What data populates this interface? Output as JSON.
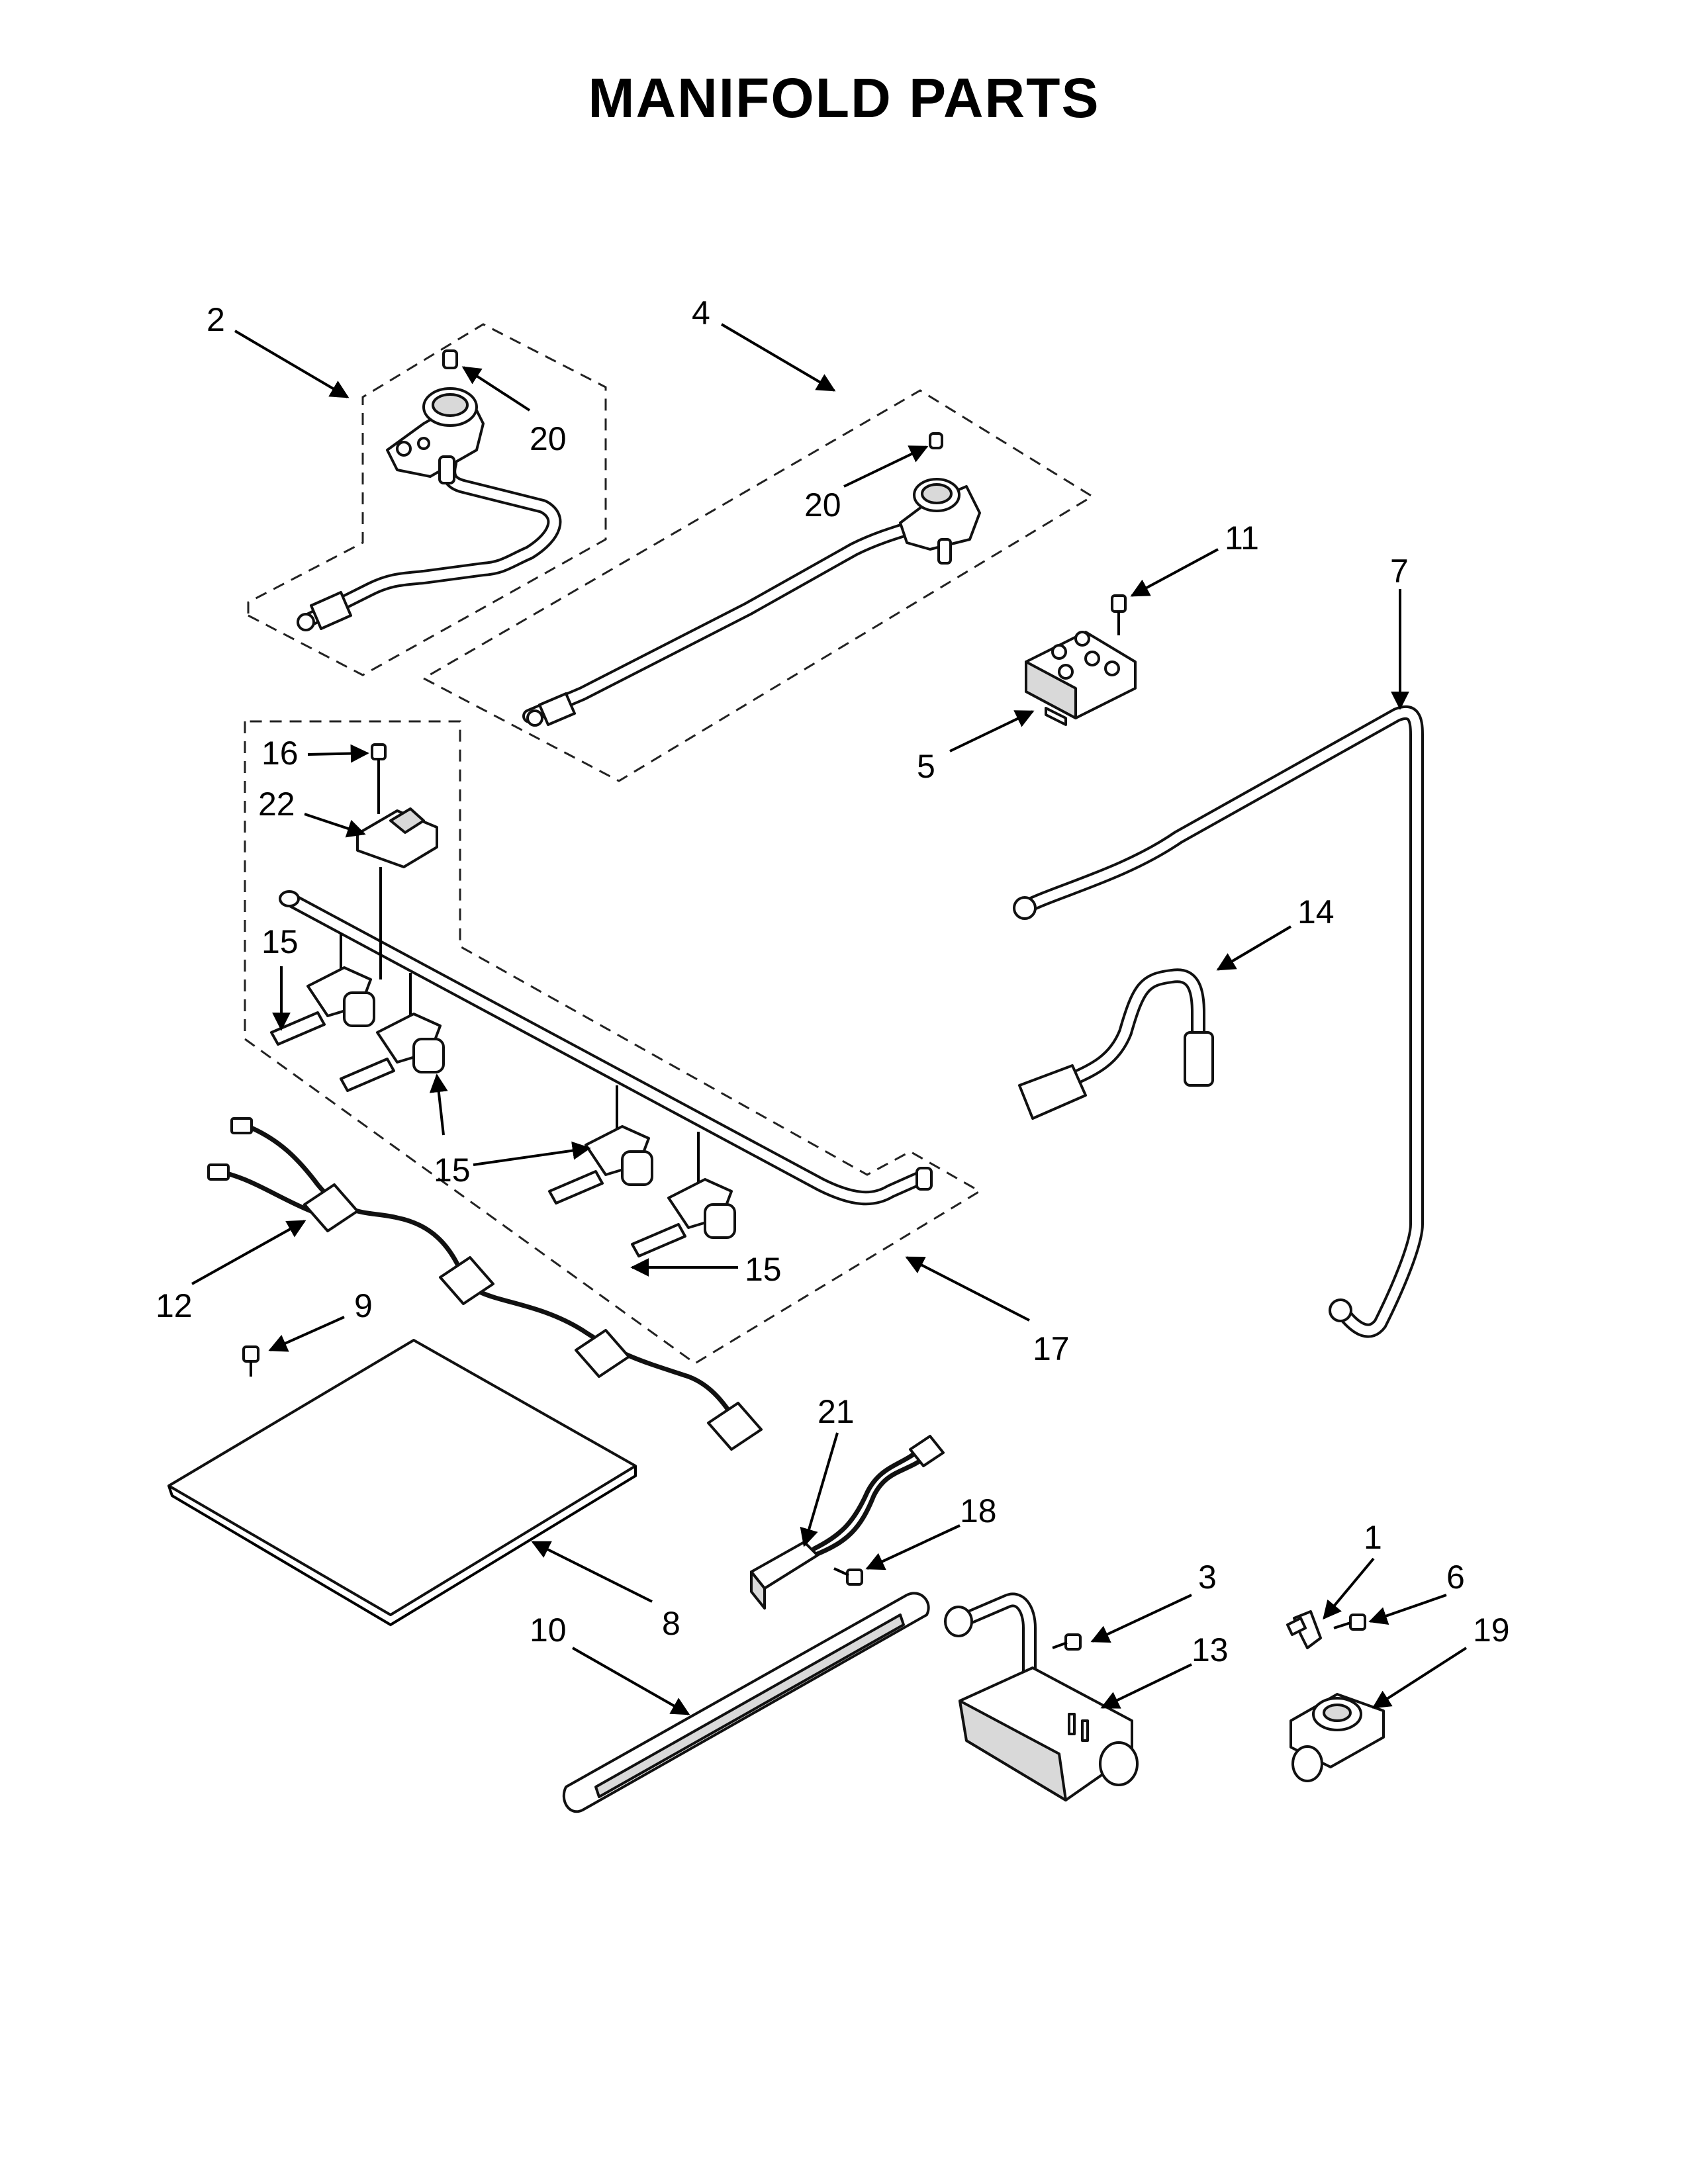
{
  "title": "MANIFOLD PARTS",
  "callouts": {
    "c1": "1",
    "c2": "2",
    "c3": "3",
    "c4": "4",
    "c5": "5",
    "c6": "6",
    "c7": "7",
    "c8": "8",
    "c9": "9",
    "c10": "10",
    "c11": "11",
    "c12": "12",
    "c13": "13",
    "c14": "14",
    "c15a": "15",
    "c15b": "15",
    "c15c": "15",
    "c15d": "15",
    "c16": "16",
    "c17": "17",
    "c18": "18",
    "c19": "19",
    "c20a": "20",
    "c20b": "20",
    "c21": "21",
    "c22": "22"
  }
}
